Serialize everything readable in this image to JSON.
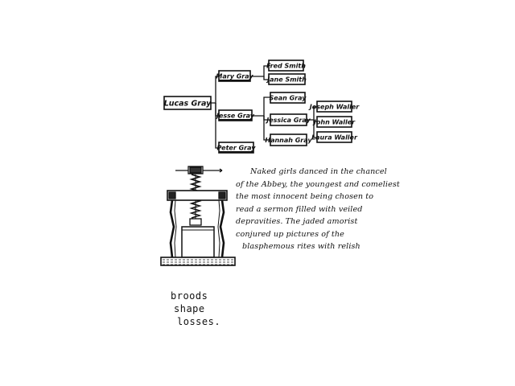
{
  "tree": {
    "root": "Lucas Gray",
    "branches": [
      {
        "label": "Mary Gray",
        "children": [
          "Fred Smith",
          "Jane Smith"
        ]
      },
      {
        "label": "Jesse Gray",
        "children": [
          "Sean Gray",
          "Jessica Gray",
          "Hannah Gray"
        ],
        "grandchildren_of": "Jessica Gray",
        "grandchildren": [
          "Joseph Waller",
          "John Waller",
          "Laura Waller"
        ]
      },
      {
        "label": "Peter Gray",
        "children": []
      }
    ]
  },
  "passage": {
    "lines": [
      "Naked girls danced in the chancel",
      "of the Abbey, the youngest and comeliest",
      "the most innocent being chosen to",
      "read a sermon filled with veiled",
      "depravities. The jaded amorist",
      "conjured up pictures of the",
      "blasphemous rites with relish"
    ]
  },
  "poem": {
    "lines": [
      "broods",
      "shape",
      "losses."
    ]
  },
  "illustration": {
    "subject": "screw-press-icon"
  }
}
